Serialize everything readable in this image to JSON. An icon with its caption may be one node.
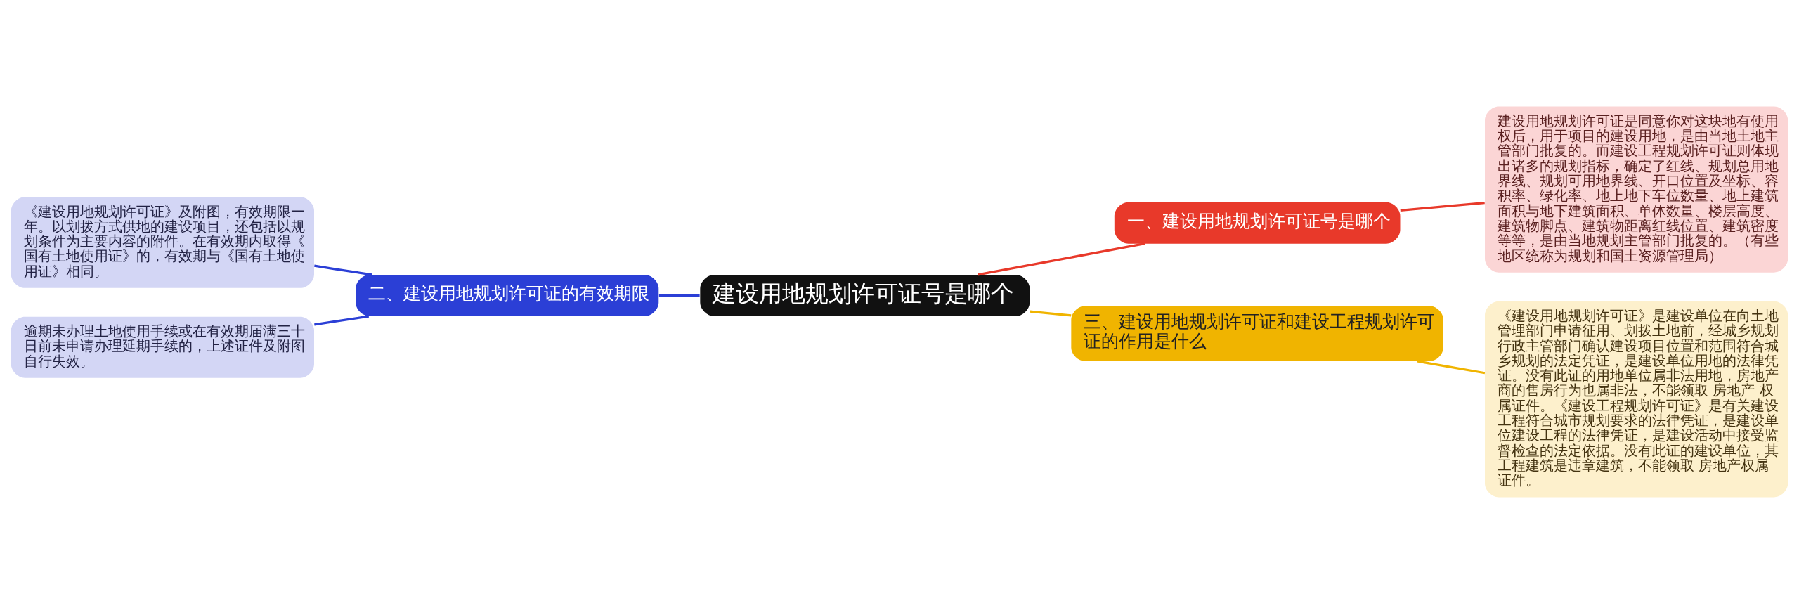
{
  "diagram": {
    "nodes": [
      {
        "text": [
          "建设用地规划许可证号是哪个"
        ]
      },
      {
        "text": [
          "一、建设用地规划许可证号是哪个"
        ]
      },
      {
        "text": [
          "建设用地规划许可证是同意你对这块地有使用权后，用于项目的建设用地，是由当地土地主管部门批复的。而建设工程规划许可证则体现出诸多的规划指标，确定了红线、规划总用地界线、规划可用地界线、开口位置及坐标、容积率、绿化率、地上地下车位数量、地上建筑面积与地下建筑面积、单体数量、楼层高度、建筑物脚点、建筑物距离红线位置、建筑密度等等，是由当地规划主管部门批复的。（有些地区统称为规划和国土资源管理局）"
        ]
      },
      {
        "text": [
          "二、建设用地规划许可证的有效期限"
        ]
      },
      {
        "text": [
          "《建设用地规划许可证》及附图，有效期限一年。以划拨方式供地的建设项目，还包括以规划条件为主要内容的附件。在有效期内取得《国有土地使用证》的，有效期与《国有土地使用证》相同。"
        ]
      },
      {
        "text": [
          "逾期未办理土地使用手续或在有效期届满三十日前未申请办理延期手续的，上述证件及附图自行失效。"
        ]
      },
      {
        "text": [
          "三、建设用地规划许可证和建设工程规划许可证的作用是什么"
        ]
      },
      {
        "text": [
          "《建设用地规划许可证》是建设单位在向土地管理部门申请征用、划拨土地前，经城乡规划行政主管部门确认建设项目位置和范围符合城乡规划的法定凭证，是建设单位用地的法律凭证。没有此证的用地单位属非法用地，房地产商的售房行为也属非法，不能领取 房地产 权属证件。《建设工程规划许可证》是有关建设工程符合城市规划要求的法律凭证，是建设单位建设工程的法律凭证，是建设活动中接受监督检查的法定依据。没有此证的建设单位，其工程建筑是违章建筑，不能领取 房地产权属证件。"
        ]
      }
    ],
    "edges": [
      {
        "from": 0,
        "to": 1,
        "arrow": "none",
        "color": "#e8392a"
      },
      {
        "from": 1,
        "to": 2,
        "arrow": "none",
        "color": "#e8392a"
      },
      {
        "from": 3,
        "to": 0,
        "arrow": "none",
        "color": "#2b3fd6"
      },
      {
        "from": 4,
        "to": 3,
        "arrow": "none",
        "color": "#2b3fd6"
      },
      {
        "from": 5,
        "to": 3,
        "arrow": "none",
        "color": "#2b3fd6"
      },
      {
        "from": 0,
        "to": 6,
        "arrow": "none",
        "color": "#f0b400"
      },
      {
        "from": 6,
        "to": 7,
        "arrow": "none",
        "color": "#f0b400"
      }
    ]
  }
}
